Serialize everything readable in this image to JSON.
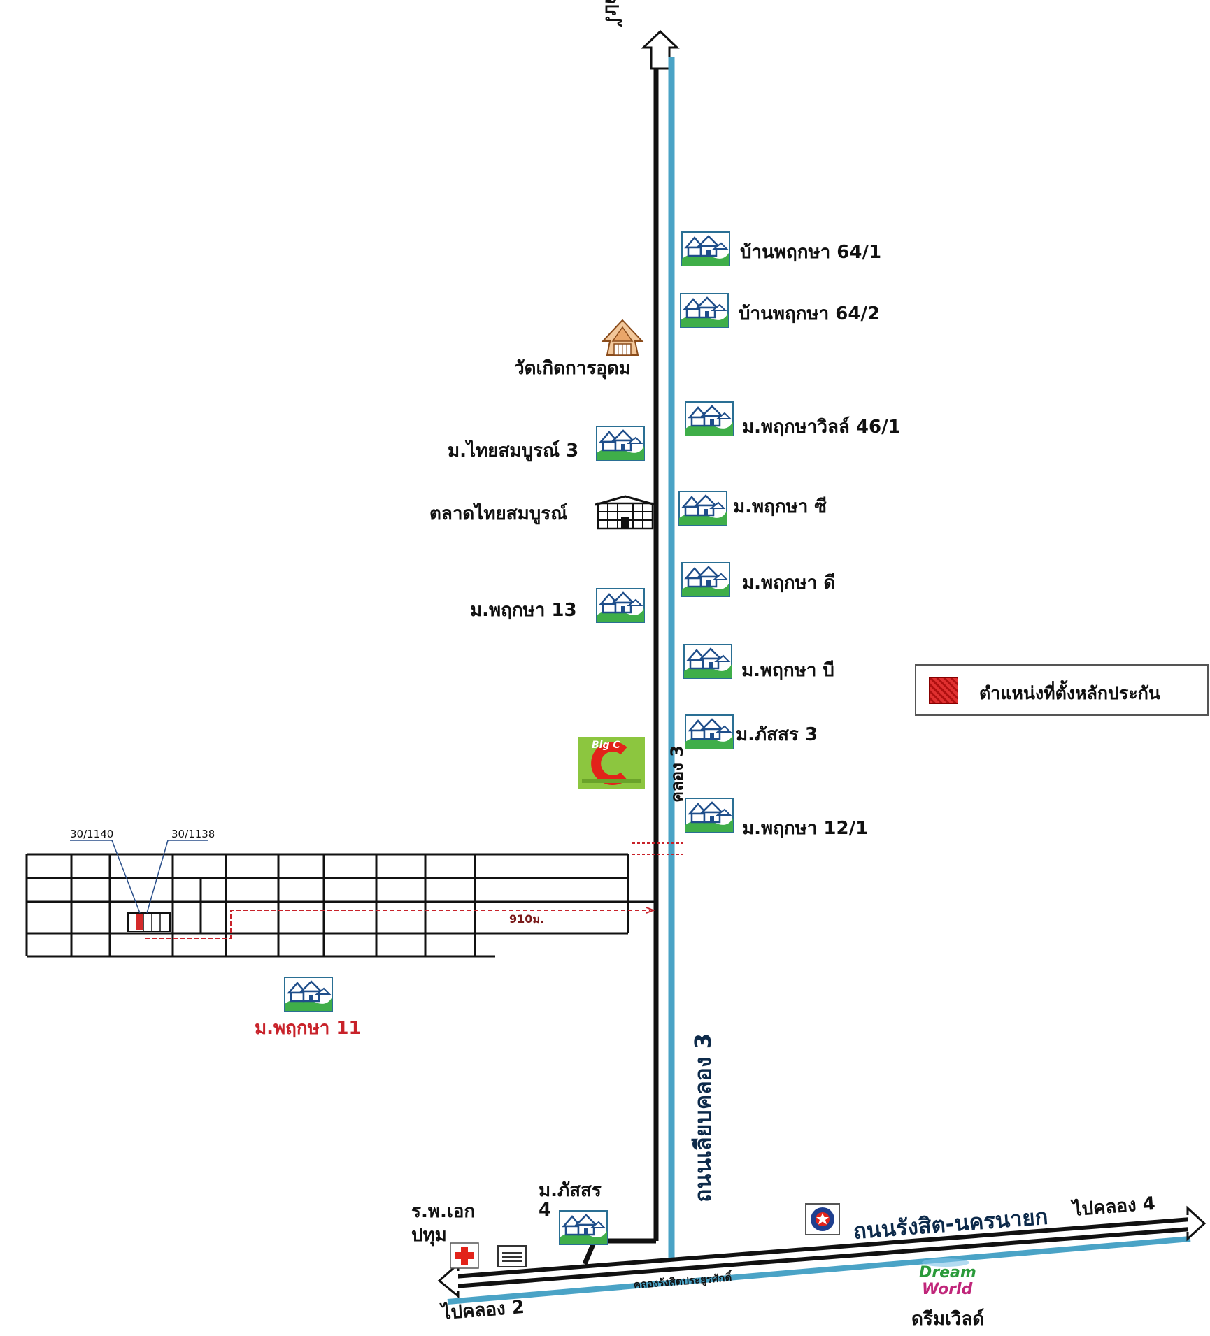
{
  "labels": {
    "north_destination": "ไปคลองหลวง",
    "village_64_1": "บ้านพฤกษา 64/1",
    "village_64_2": "บ้านพฤกษา 64/2",
    "temple": "วัดเกิดการอุดม",
    "village_villa_46_1": "ม.พฤกษาวิลล์ 46/1",
    "thai_somboon_3": "ม.ไทยสมบูรณ์ 3",
    "thai_somboon_market": "ตลาดไทยสมบูรณ์",
    "pruksa_c": "ม.พฤกษา ซี",
    "pruksa_d": "ม.พฤกษา ดี",
    "pruksa_13": "ม.พฤกษา 13",
    "pruksa_b": "ม.พฤกษา บี",
    "passorn_3": "ม.ภัสสร 3",
    "khlong_3": "คลอง 3",
    "pruksa_12_1": "ม.พฤกษา 12/1",
    "plot_1140": "30/1140",
    "plot_1138": "30/1138",
    "distance": "910ม.",
    "pruksa_11": "ม.พฤกษา 11",
    "road_liap_khlong_3": "ถนนเลียบคลอง 3",
    "passorn_4_line1": "ม.ภัสสร",
    "passorn_4_line2": "4",
    "hospital_line1": "ร.พ.เอก",
    "hospital_line2": "ปทุม",
    "road_rangsit_nakhon_nayok": "ถนนรังสิต-นครนายก",
    "to_khlong_4": "ไปคลอง 4",
    "to_khlong_2": "ไปคลอง 2",
    "canal_rangsit": "คลองรังสิตประยูรศักดิ์",
    "dream_world": "ดรีมเวิลด์",
    "dream_world_logo_1": "Dream",
    "dream_world_logo_2": "World",
    "big_c_logo": "Big C"
  },
  "legend": {
    "label": "ตำแหน่งที่ตั้งหลักประกัน",
    "color": "#d42a2a"
  },
  "colors": {
    "road_black": "#111111",
    "canal_blue": "#4aa3c6",
    "label_red": "#c8222a",
    "road_text": "#0d2a4a",
    "village_green": "#3fae49",
    "bigc_green": "#8cc63f"
  },
  "icons": {
    "village": "village-house-icon",
    "temple": "temple-icon",
    "market": "market-building-icon",
    "hospital": "hospital-cross-icon",
    "gas_station": "gas-station-icon",
    "bigc": "big-c-logo",
    "dream_world": "dream-world-logo"
  }
}
